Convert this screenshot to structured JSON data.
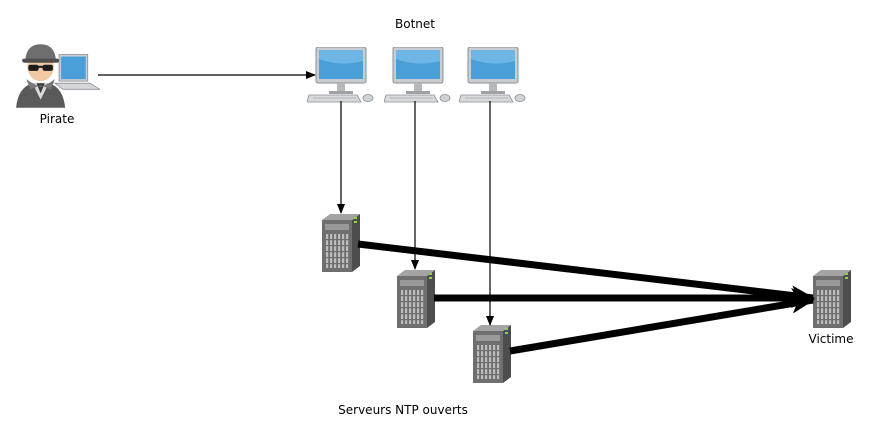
{
  "labels": {
    "attacker": "Pirate",
    "botnet": "Botnet",
    "victim": "Victime",
    "servers": "Serveurs NTP ouverts"
  },
  "icons": {
    "attacker": "hacker-laptop-icon",
    "bot": "desktop-computer-icon",
    "server": "server-tower-icon"
  },
  "colors": {
    "arrow": "#000000",
    "monitor_screen": "#4a9fd8",
    "server_body": "#7a7a7a",
    "server_led": "#8fd14f"
  }
}
